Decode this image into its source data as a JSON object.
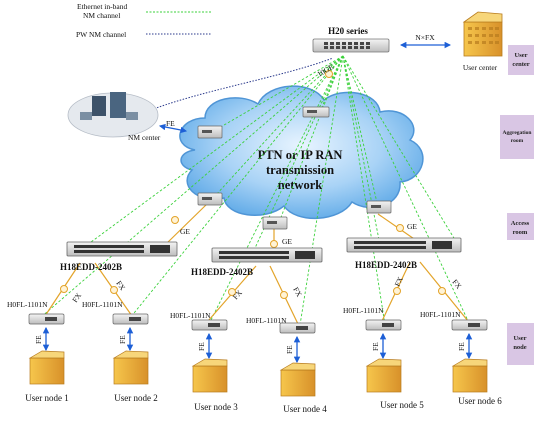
{
  "legend": {
    "ethernet": "Ethernet in-band NM channel",
    "ethernet_line1": "Ethernet in-band",
    "ethernet_line2": "NM channel",
    "pw": "PW NM channel"
  },
  "core": {
    "series_label": "H20 series",
    "link_label": "N×FX",
    "user_center": "User center",
    "trunk_label": "10GE",
    "nm_center": "NM center",
    "nm_link": "FE"
  },
  "cloud": {
    "line1": "PTN or IP RAN",
    "line2": "transmission",
    "line3": "network"
  },
  "access": {
    "switch_label": "H18EDD-2402B",
    "uplink": "GE",
    "fx": "FX",
    "fe": "FE",
    "converter": "H0FL-1101N"
  },
  "nodes": [
    "User node 1",
    "User node 2",
    "User node 3",
    "User node 4",
    "User node 5",
    "User node 6"
  ],
  "side_labels": {
    "user_center": [
      "User",
      "center"
    ],
    "aggregation": [
      "Aggregation",
      "room"
    ],
    "access": [
      "Access",
      "room"
    ],
    "user_node": [
      "User",
      "node"
    ]
  },
  "colors": {
    "ethernet_nm": "#3bd13b",
    "pw_nm": "#2b3a8c",
    "fx_link": "#e3a42a",
    "fe_link": "#1d5fd6",
    "side_box": "#d9c6e4"
  }
}
